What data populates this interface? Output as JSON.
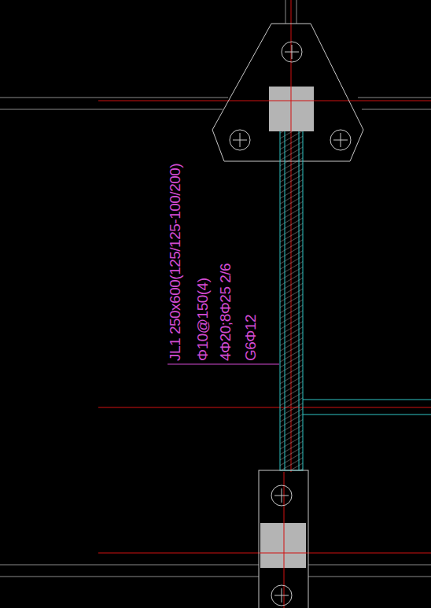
{
  "diagram": {
    "labels": [
      "JL1 250x600(125/125-100/200)",
      "Φ10@150(4)",
      "4Φ20;8Φ25 2/6",
      "G6Φ12"
    ]
  }
}
